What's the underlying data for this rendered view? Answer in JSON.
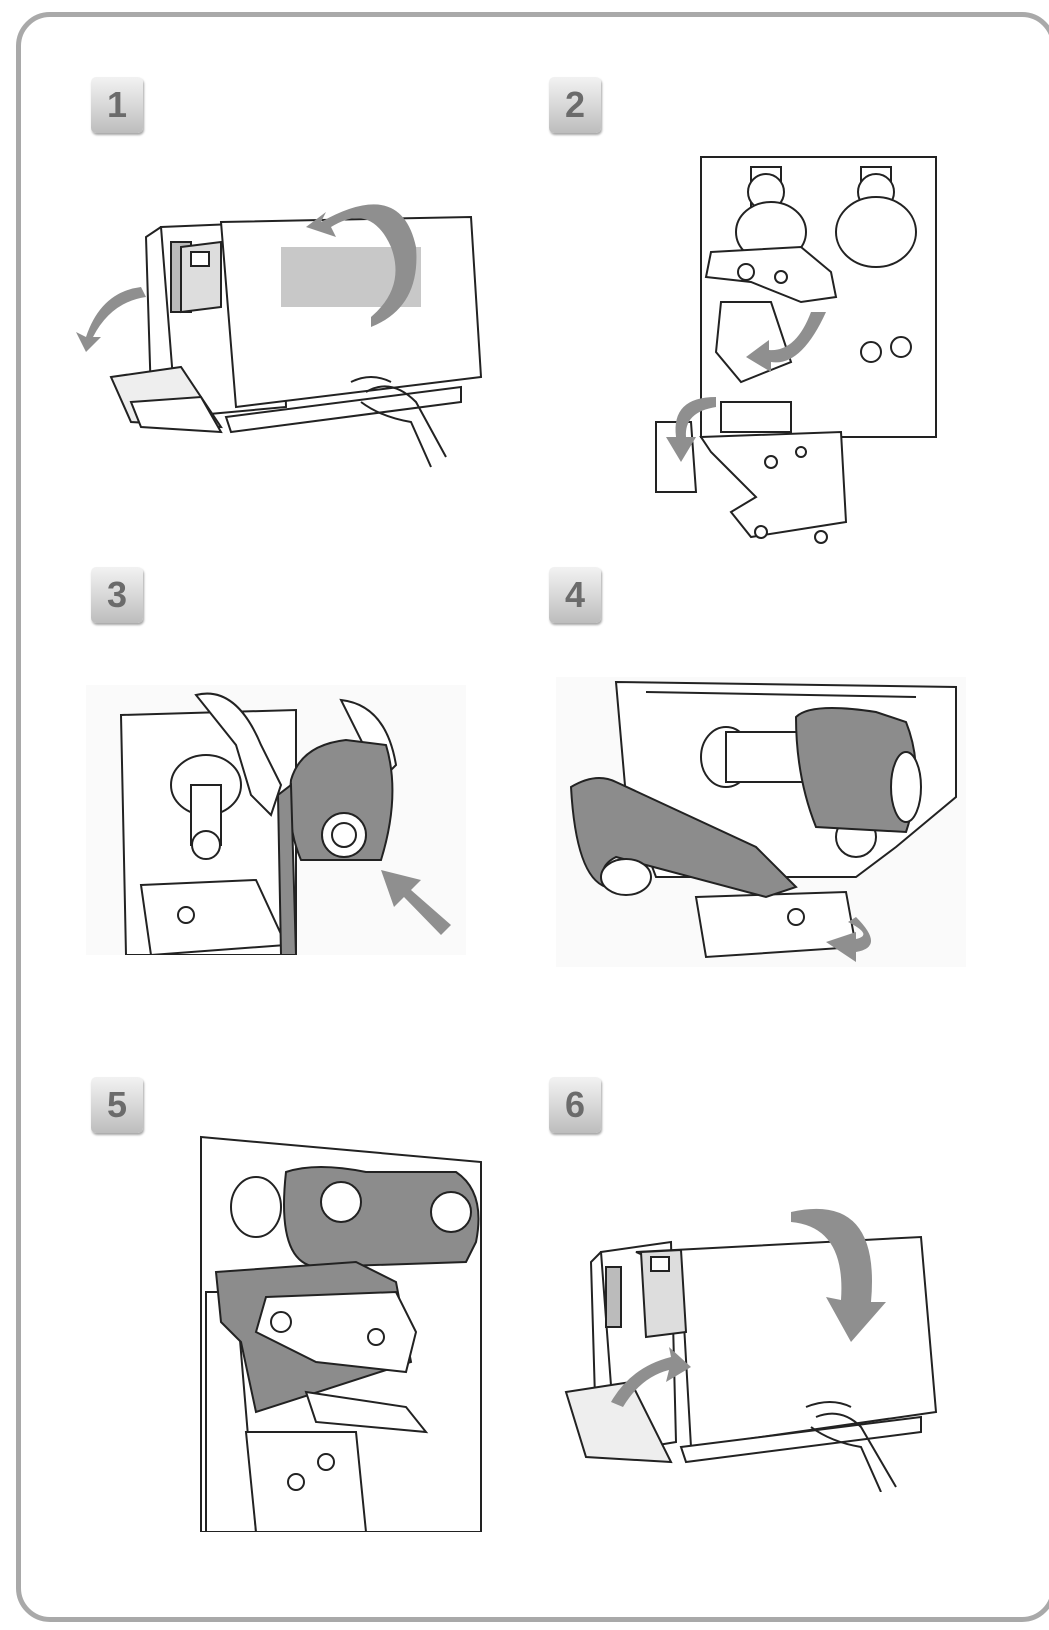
{
  "steps": [
    {
      "number": "1"
    },
    {
      "number": "2"
    },
    {
      "number": "3"
    },
    {
      "number": "4"
    },
    {
      "number": "5"
    },
    {
      "number": "6"
    }
  ],
  "colors": {
    "frame_border": "#a9a9a9",
    "badge_text": "#6b6b6b",
    "ribbon": "#8c8c8c",
    "arrow": "#8f8f8f",
    "line": "#222222"
  }
}
